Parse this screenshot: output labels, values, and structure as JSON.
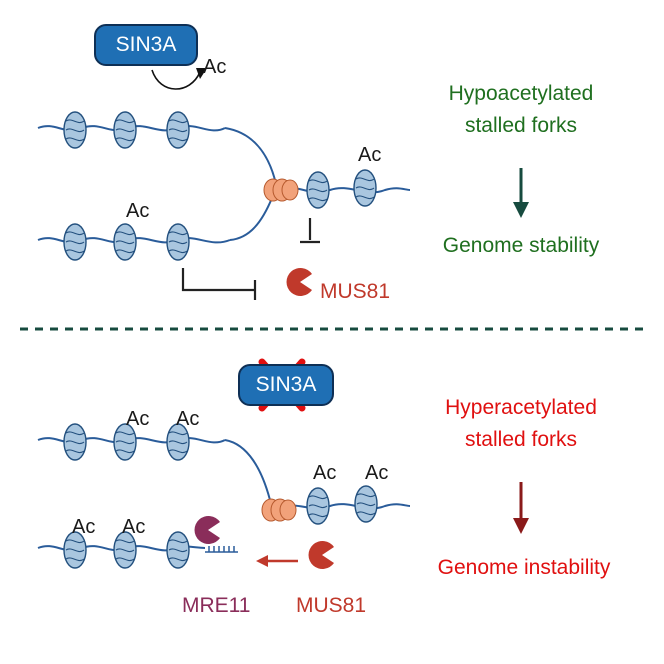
{
  "top": {
    "complex_label": "SIN3A",
    "ac_marks": [
      "Ac",
      "Ac",
      "Ac"
    ],
    "right_text_line1": "Hypoacetylated",
    "right_text_line2": "stalled forks",
    "outcome": "Genome stability",
    "nuclease_label": "MUS81"
  },
  "bottom": {
    "complex_label": "SIN3A",
    "ac_marks": [
      "Ac",
      "Ac",
      "Ac",
      "Ac",
      "Ac",
      "Ac"
    ],
    "right_text_line1": "Hyperacetylated",
    "right_text_line2": "stalled forks",
    "outcome": "Genome instability",
    "nuclease_label_1": "MRE11",
    "nuclease_label_2": "MUS81"
  },
  "colors": {
    "green": "#1f6f1f",
    "dark_green": "#174b3f",
    "red": "#e01010",
    "dark_red": "#8a1a1a",
    "mus81": "#c0392b",
    "mre11": "#8a2d5a",
    "sin3a_blue": "#1f6fb4",
    "dna": "#2a5c9a"
  }
}
